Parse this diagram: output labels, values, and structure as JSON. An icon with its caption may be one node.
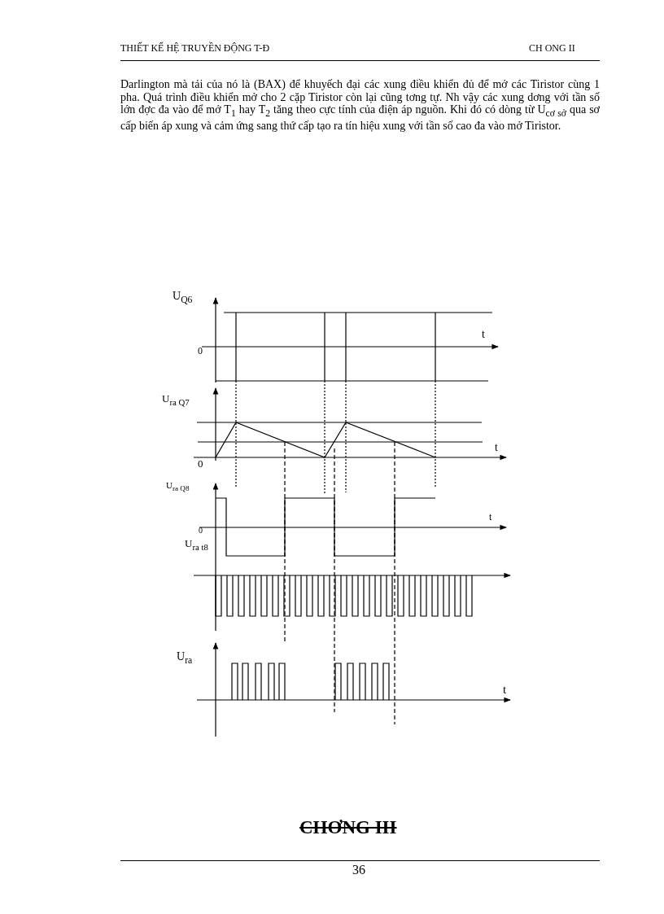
{
  "diagram": {
    "labels": [
      "THIẾT KẾ HỆ TRUYỀN ĐỘNG T-Đ",
      "CH ONG II",
      "Darlington mà tải của nó là (BAX) để khuyếch đại các xung điều khiển đủ để mở các Tiristor cùng 1 pha. Quá trình điều khiển mở cho 2 cặp Tiristor còn lại cũng tơng tự. Nh vậy các xung dơng với tần số lớn đợc đa vào để mở T$_{1}$ hay T$_{2}$ tăng theo cực tính của điện áp nguồn. Khi đó có dòng từ U$_{cơ sở}$ qua sơ cấp biến áp xung và cảm ứng sang thứ cấp tạo ra tín hiệu xung với tần số cao đa vào mở Tiristor.",
      "U$_{Q6}$",
      "t",
      "0",
      "U$_{ra Q7}$",
      "t",
      "0",
      "U$_{ra Q8}$",
      "t",
      "0",
      "U$_{ra t8}$",
      "U$_{ra}$",
      "t",
      "CHƠNG III",
      "36"
    ]
  }
}
